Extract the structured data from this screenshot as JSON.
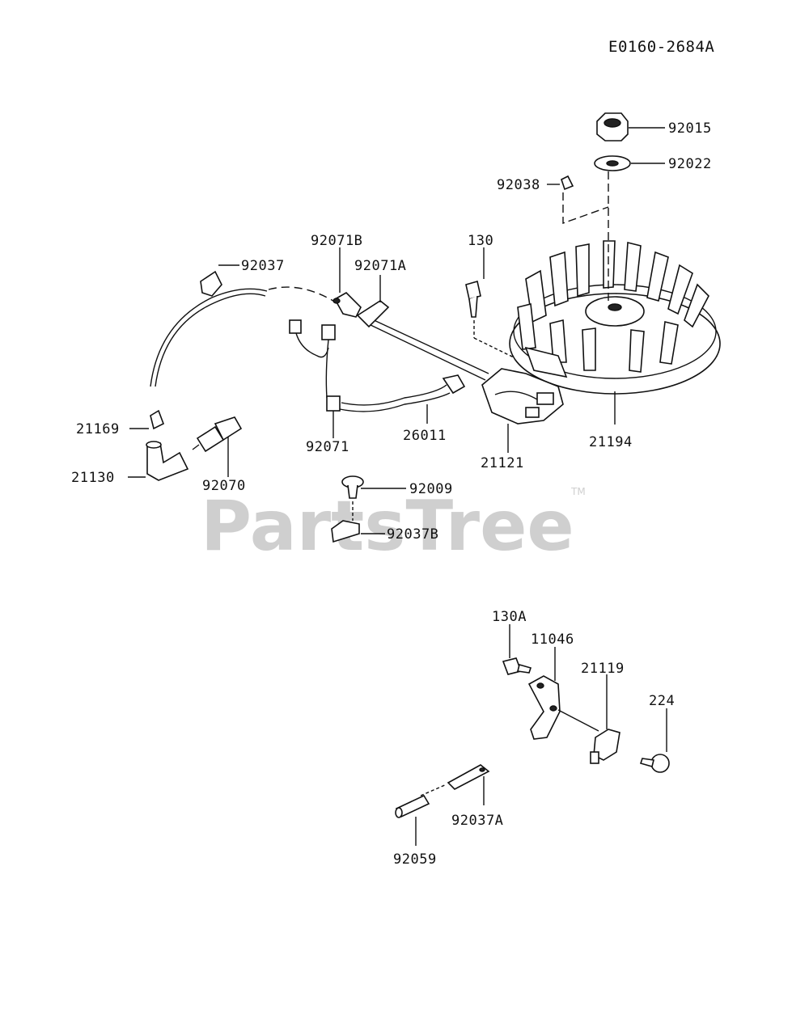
{
  "diagram_code": "E0160-2684A",
  "watermark": "PartsTree",
  "watermark_tm": "TM",
  "labels": {
    "p92015": "92015",
    "p92022": "92022",
    "p92038": "92038",
    "p130": "130",
    "p92071B": "92071B",
    "p92071A": "92071A",
    "p92037": "92037",
    "p21169": "21169",
    "p21130": "21130",
    "p92070": "92070",
    "p92071": "92071",
    "p26011": "26011",
    "p21121": "21121",
    "p21194": "21194",
    "p92009": "92009",
    "p92037B": "92037B",
    "p130A": "130A",
    "p11046": "11046",
    "p21119": "21119",
    "p224": "224",
    "p92037A": "92037A",
    "p92059": "92059"
  }
}
